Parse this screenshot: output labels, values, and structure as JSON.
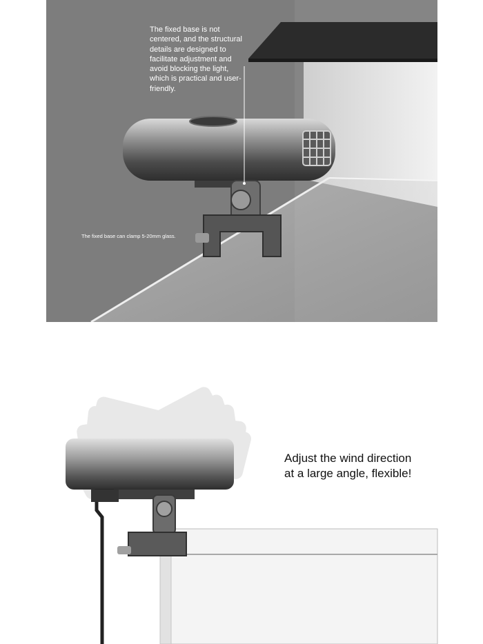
{
  "panel_top": {
    "callout_text": "The fixed base is not centered, and the structural details are designed to facilitate adjustment and avoid blocking the light, which is practical and user-friendly.",
    "clamp_text": "The fixed base can clamp 5-20mm glass."
  },
  "panel_bottom": {
    "caption": "Adjust the wind direction at a large angle, flexible!"
  },
  "colors": {
    "panel_background": "#8a8a8a",
    "callout_text": "#ffffff",
    "caption_text": "#111111"
  }
}
